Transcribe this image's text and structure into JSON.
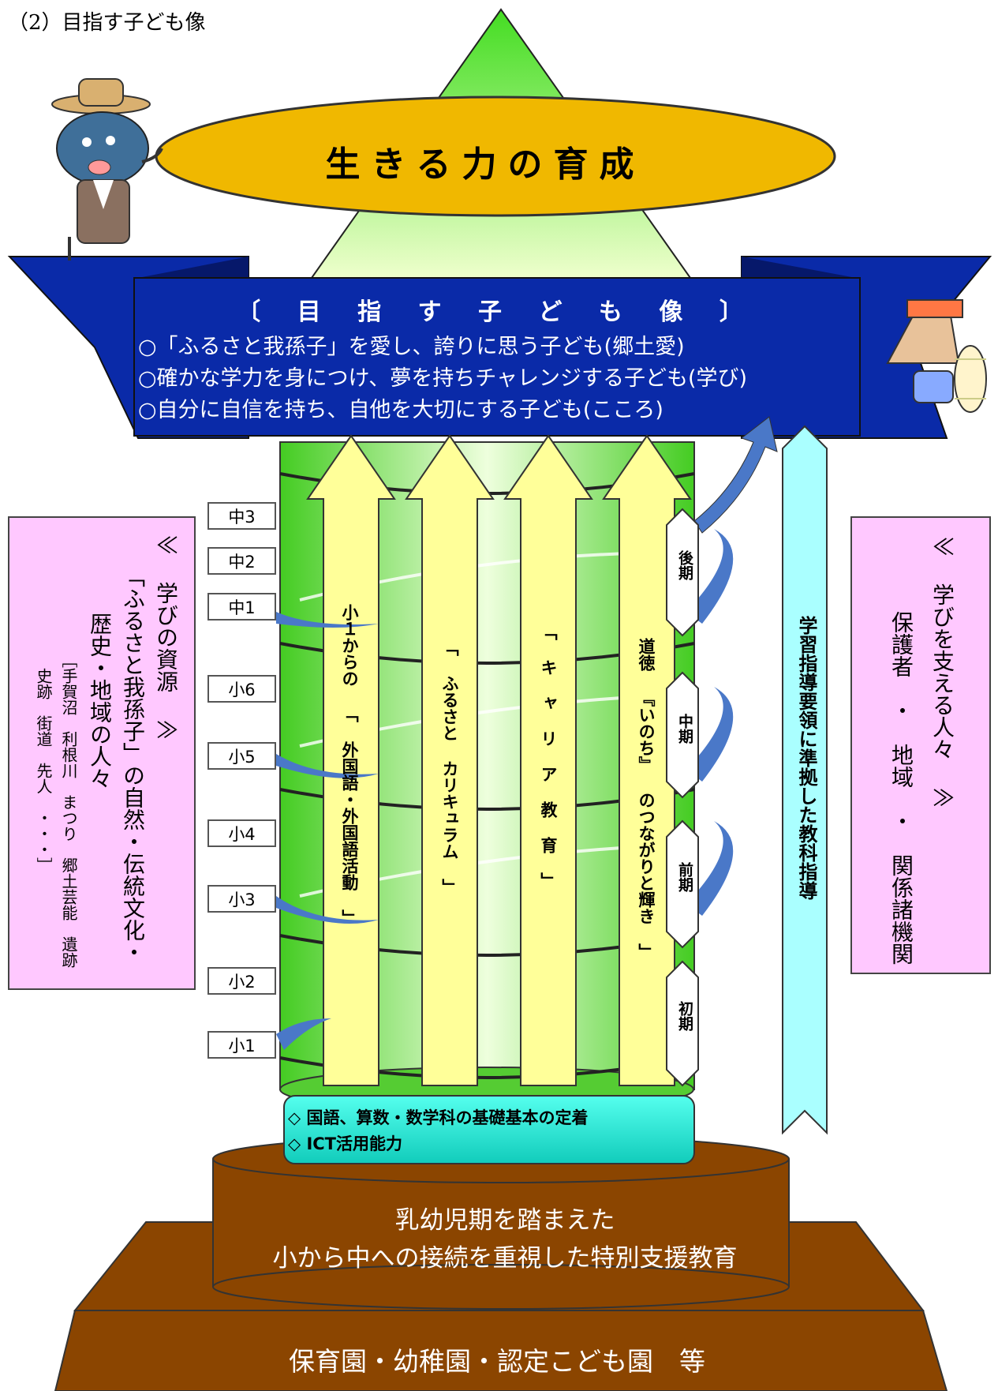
{
  "heading": "（2）目指す子ども像",
  "main_title": "生きる力の育成",
  "goals": {
    "title": "〔 目 指 す 子 ど も 像 〕",
    "lines": [
      "○「ふるさと我孫子」を愛し、誇りに思う子ども(郷土愛)",
      "○確かな学力を身につけ、夢を持ちチャレンジする子ども(学び)",
      "○自分に自信を持ち、自他を大切にする子ども(こころ)"
    ]
  },
  "grades": [
    "中3",
    "中2",
    "中1",
    "小6",
    "小5",
    "小4",
    "小3",
    "小2",
    "小1"
  ],
  "arrows": [
    "小１からの 「 外国語・外国語活動 」",
    "「 ふるさと カリキュラム 」",
    "「 キ ャ リ ア 教 育 」",
    "道徳 『いのち』 のつながりと輝き 」"
  ],
  "periods": [
    "後期",
    "中期",
    "前期",
    "初期"
  ],
  "guideline": "学習指導要領に準拠した教科指導",
  "left_panel": {
    "title": "≪ 学びの資源 ≫",
    "line1": "「ふるさと我孫子」の自然・伝統文化・",
    "line2": "歴史・地域の人々",
    "line3": "［手賀沼　利根川　まつり　郷土芸能　遺跡",
    "line4": "史跡　街道　先人　・・・］"
  },
  "right_panel": {
    "title": "≪ 学びを支える人々 ≫",
    "line1": "保護者　・　地域　・　関係諸機関"
  },
  "basics": [
    "◇ 国語、算数・数学科の基礎基本の定着",
    "◇ ICT活用能力"
  ],
  "pedestal": {
    "line1": "乳幼児期を踏まえた",
    "line2": "小から中への接続を重視した特別支援教育"
  },
  "base": "保育園・幼稚園・認定こども園　等",
  "colors": {
    "ribbon_blue": "#0a2aa8",
    "arrow_yellow": "#ffff99",
    "column_green": "#66dd44",
    "panel_pink": "#ffc8ff",
    "pedestal_brown": "#8b4500",
    "title_oval": "#f0b800",
    "basics_cyan": "#22eedd",
    "guideline_cyan": "#aaffff"
  }
}
